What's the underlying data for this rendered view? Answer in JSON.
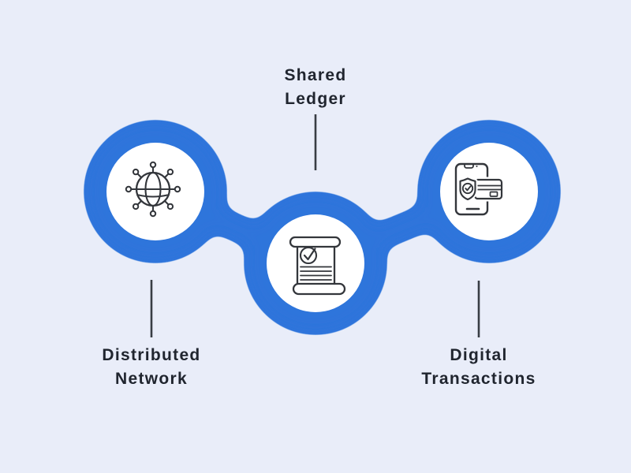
{
  "diagram": {
    "topic": "blockchain-concept-chain",
    "nodes": [
      {
        "id": "distributed-network",
        "label_line1": "Distributed",
        "label_line2": "Network",
        "icon": "network-globe-icon",
        "position": "left"
      },
      {
        "id": "shared-ledger",
        "label_line1": "Shared",
        "label_line2": "Ledger",
        "icon": "ledger-scroll-icon",
        "position": "center-low"
      },
      {
        "id": "digital-transactions",
        "label_line1": "Digital",
        "label_line2": "Transactions",
        "icon": "smartphone-payment-icon",
        "position": "right"
      }
    ],
    "colors": {
      "chain_blue": "#2D74DB",
      "background": "#E9EDF9",
      "node_fill": "#FFFFFF",
      "label_text": "#20252F",
      "leader_line": "#383D44",
      "icon_stroke": "#33363B"
    }
  }
}
